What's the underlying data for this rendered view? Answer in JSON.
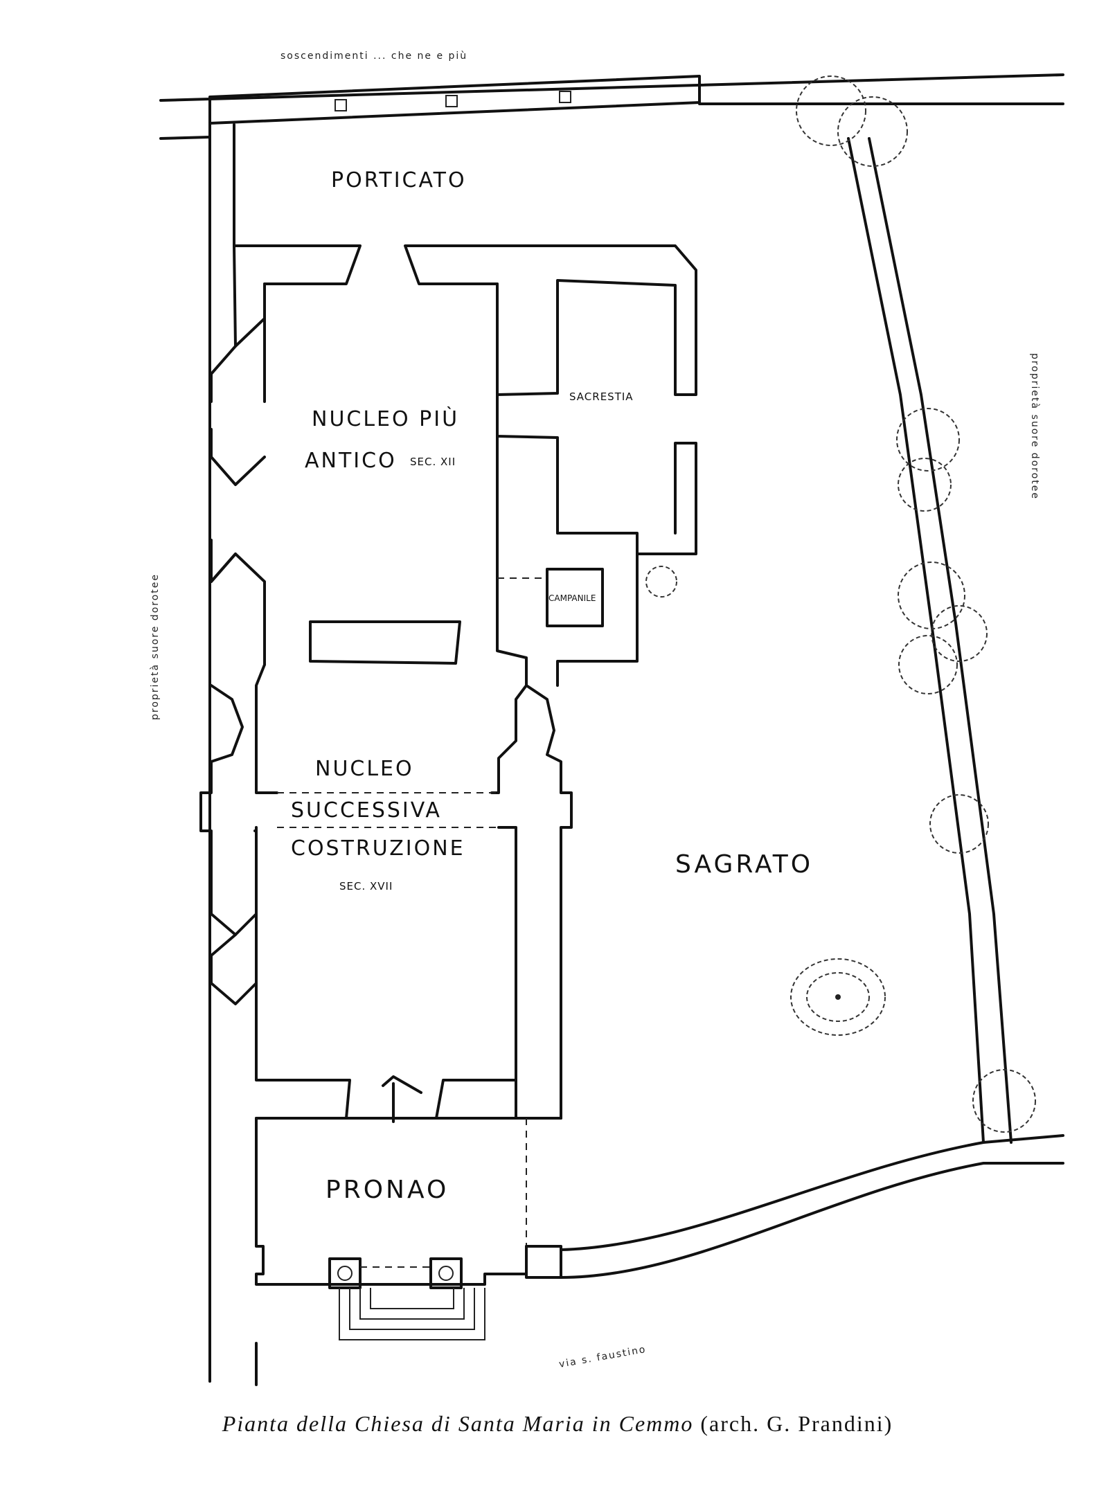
{
  "labels": {
    "porticato": "PORTICATO",
    "nucleo_piu": "NUCLEO PIÙ",
    "antico": "ANTICO",
    "sec_xii": "SEC. XII",
    "sacrestia": "SACRESTIA",
    "campanile": "CAMPANILE",
    "nucleo": "NUCLEO",
    "successiva": "SUCCESSIVA",
    "costruzione": "COSTRUZIONE",
    "sec_xvii": "SEC. XVII",
    "sagrato": "SAGRATO",
    "pronao": "PRONAO"
  },
  "annotations": {
    "top_note": "soscendimenti ... che ne e più",
    "left_margin": "proprietà suore dorotee",
    "right_margin": "proprietà suore dorotee",
    "street": "via s. faustino"
  },
  "caption": {
    "italic": "Pianta della Chiesa di Santa Maria in Cemmo",
    "upright": "(arch. G. Prandini)"
  }
}
